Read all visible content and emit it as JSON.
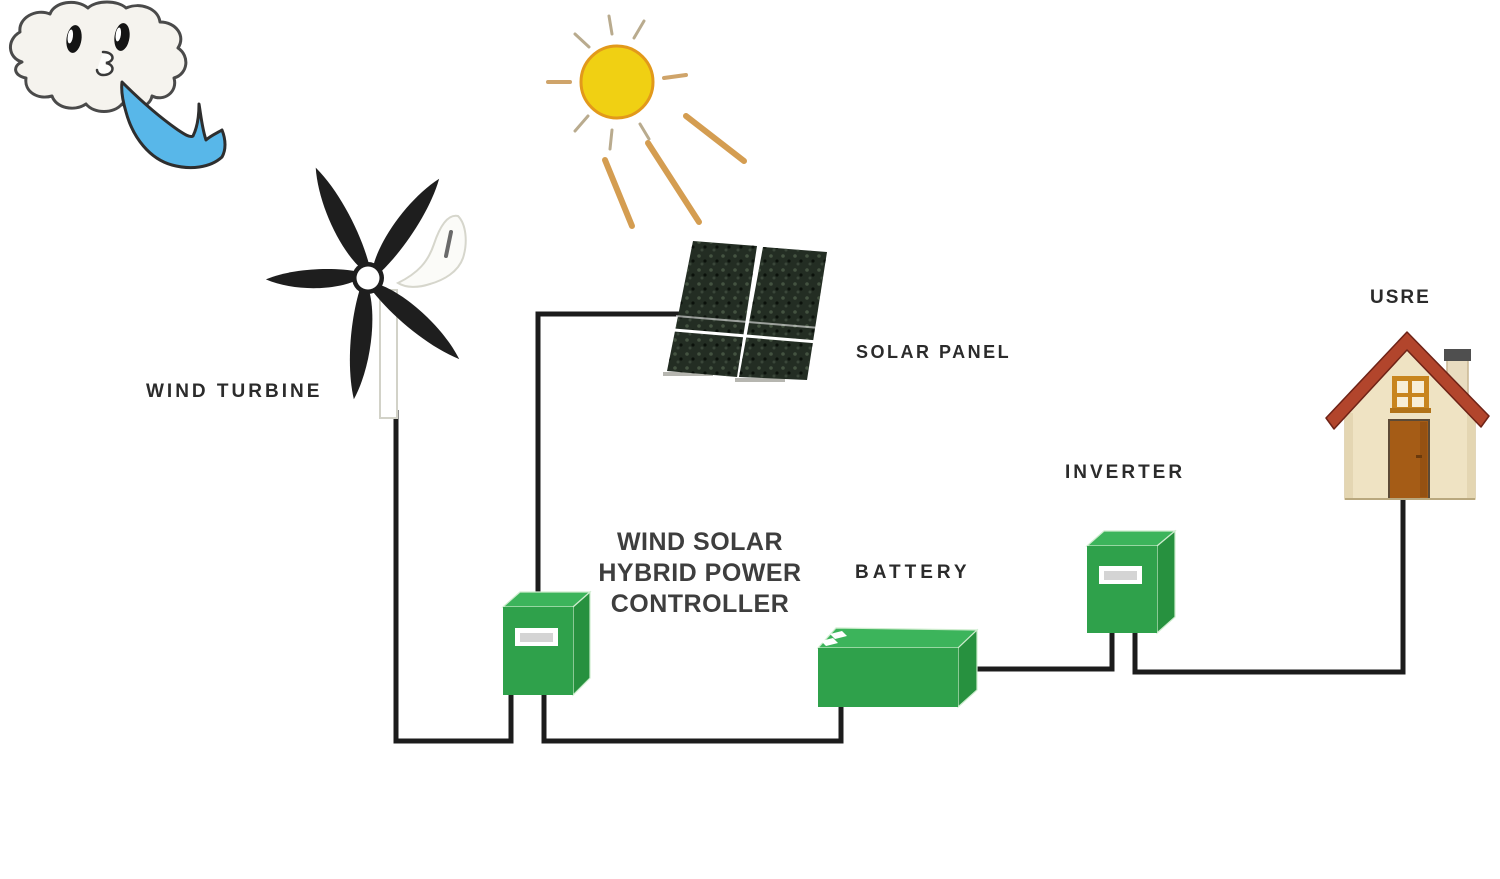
{
  "diagram": {
    "labels": {
      "wind_turbine": "WIND TURBINE",
      "solar_panel": "SOLAR PANEL",
      "controller_lines": [
        "WIND SOLAR",
        "HYBRID POWER",
        "CONTROLLER"
      ],
      "battery": "BATTERY",
      "inverter": "INVERTER",
      "user": "USRE"
    },
    "colors": {
      "wire": "#1c1c1c",
      "box_green": "#2fa14b",
      "box_green_top": "#3cb45b",
      "box_green_side": "#27913f",
      "sun_yellow": "#f0d013",
      "sun_ray": "#d49d51",
      "wind_blue": "#58b7e9",
      "roof_red": "#b2452c",
      "wall_cream": "#efe3c3",
      "door_brown": "#a55c16",
      "panel_dark": "#232d23",
      "label_text": "#2b2b2b"
    }
  }
}
